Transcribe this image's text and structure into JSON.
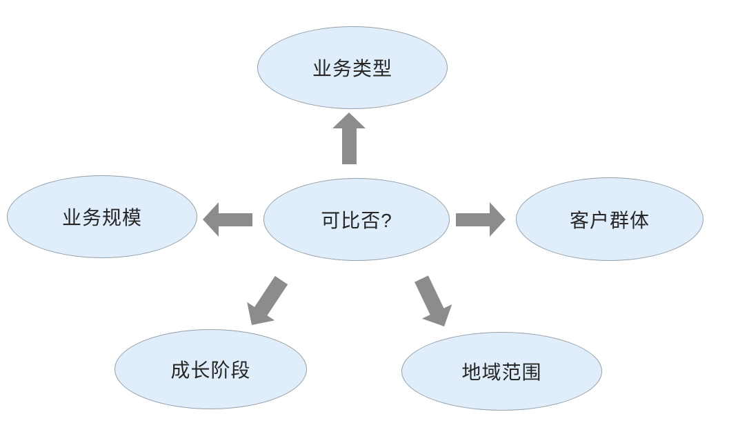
{
  "diagram": {
    "center": {
      "label": "可比否?"
    },
    "nodes": [
      {
        "id": "top",
        "label": "业务类型"
      },
      {
        "id": "right",
        "label": "客户群体"
      },
      {
        "id": "bottom-right",
        "label": "地域范围"
      },
      {
        "id": "bottom-left",
        "label": "成长阶段"
      },
      {
        "id": "left",
        "label": "业务规模"
      }
    ],
    "colors": {
      "background": "#ffffff",
      "node_fill": "#dfeefa",
      "node_border": "#96a0a8",
      "arrow": "#8c8c8c",
      "text": "#262626"
    }
  }
}
